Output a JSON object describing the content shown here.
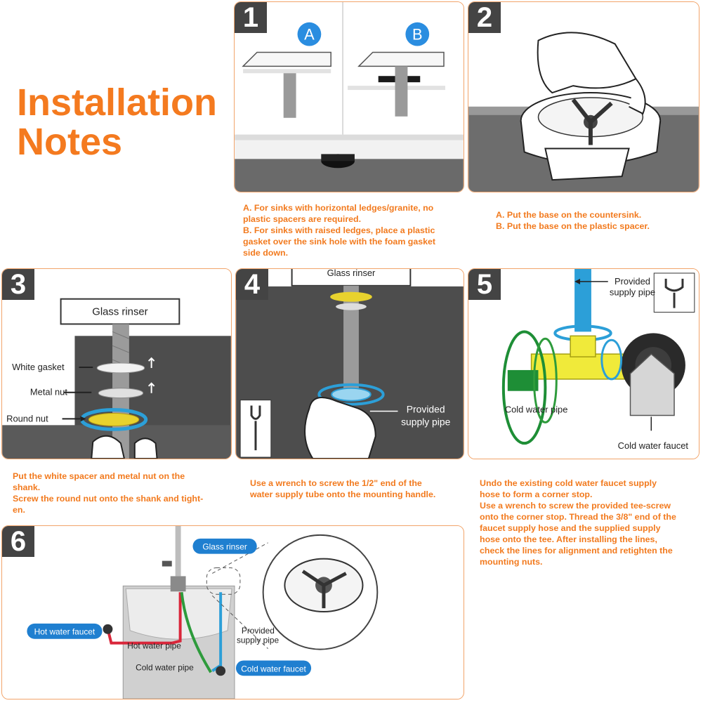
{
  "title": {
    "line1": "Installation",
    "line2": "Notes"
  },
  "steps": [
    {
      "number": "1",
      "labels": {
        "a": "A",
        "b": "B"
      },
      "note": "A. For sinks with horizontal ledges/granite, no\nplastic spacers are required.\nB. For sinks with raised ledges, place a plastic\ngasket over the sink hole with the foam gasket\nside down."
    },
    {
      "number": "2",
      "note": "A. Put the base on the countersink.\nB. Put the base on the plastic spacer."
    },
    {
      "number": "3",
      "labels": {
        "sign": "Glass rinser",
        "white_gasket": "White gasket",
        "metal_nut": "Metal nut",
        "round_nut": "Round nut"
      },
      "note": "Put the white spacer and metal nut on the\nshank.\nScrew the round nut onto the shank and tight-\nen."
    },
    {
      "number": "4",
      "labels": {
        "sign": "Glass rinser",
        "supply_pipe_1": "Provided",
        "supply_pipe_2": "supply pipe"
      },
      "note": "Use a wrench to screw the 1/2\" end of the\nwater supply tube onto the mounting handle."
    },
    {
      "number": "5",
      "labels": {
        "supply_pipe_1": "Provided",
        "supply_pipe_2": "supply pipe",
        "cold_pipe": "Cold water pipe",
        "cold_faucet": "Cold water faucet"
      },
      "note": "Undo the existing cold water faucet supply\nhose to form a corner stop.\nUse a wrench to screw the provided tee-screw\nonto the corner stop. Thread the 3/8\" end of the\nfaucet supply hose and the supplied supply\nhose onto the tee. After installing the lines,\ncheck the lines for alignment and retighten the\nmounting nuts."
    },
    {
      "number": "6",
      "labels": {
        "glass_rinser": "Glass rinser",
        "hot_faucet": "Hot water faucet",
        "hot_pipe": "Hot water pipe",
        "cold_pipe": "Cold water pipe",
        "supply_pipe_1": "Provided",
        "supply_pipe_2": "supply pipe",
        "cold_faucet": "Cold water faucet"
      }
    }
  ],
  "colors": {
    "accent": "#f47a1f",
    "callout": "#1f7fd0",
    "hot": "#d9263a",
    "cold": "#2e9b3c",
    "supply": "#2c9fd8",
    "panel_dark": "#4a4a4a"
  }
}
